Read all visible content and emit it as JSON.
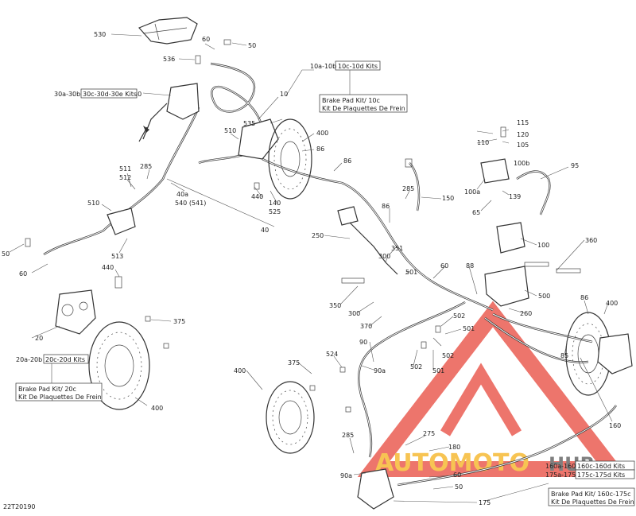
{
  "diagram_code": "22T20190",
  "watermark": {
    "brand": "AUTOMOTO",
    "suffix": "HUB",
    "color_main": "#e8473c",
    "color_accent": "#f5b11a"
  },
  "callouts": {
    "c530": "530",
    "c60a": "60",
    "c50a": "50",
    "c536": "536",
    "c30": "30",
    "c10": "10",
    "c535": "535",
    "c510a": "510",
    "c400a": "400",
    "c86a": "86",
    "c86b": "86",
    "c511": "511",
    "c512": "512",
    "c285a": "285",
    "c40a": "40a",
    "c540": "540 (541)",
    "c440a": "440",
    "c140": "140",
    "c525": "525",
    "c40b": "40",
    "c510b": "510",
    "c513": "513",
    "c50b": "50",
    "c60b": "60",
    "c440b": "440",
    "c20": "20",
    "c375a": "375",
    "c400b": "400",
    "c115": "115",
    "c120": "120",
    "c110": "110",
    "c105": "105",
    "c100b": "100b",
    "c95": "95",
    "c100a": "100a",
    "c139": "139",
    "c65": "65",
    "c100": "100",
    "c285b": "285",
    "c150": "150",
    "c86c": "86",
    "c250": "250",
    "c351": "351",
    "c300a": "300",
    "c501a": "501",
    "c60c": "60",
    "c88": "88",
    "c360": "360",
    "c350": "350",
    "c300b": "300",
    "c370": "370",
    "c500": "500",
    "c86d": "86",
    "c400c": "400",
    "c260": "260",
    "c85": "85",
    "c502a": "502",
    "c501b": "501",
    "c502b": "502",
    "c502c": "502",
    "c501c": "501",
    "c90": "90",
    "c524": "524",
    "c90a": "90a",
    "c375b": "375",
    "c400d": "400",
    "c160": "160",
    "c275": "275",
    "c180": "180",
    "c285c": "285",
    "c90a2": "90a",
    "c50c": "50",
    "c60d": "60",
    "c175": "175"
  },
  "kit_boxes": {
    "k10_codes_a": "10a-10b",
    "k10_codes_b": "10c-10d Kits",
    "k10_title": "Brake Pad Kit/ 10c",
    "k10_sub": "Kit De Plaquettes De Frein",
    "k30_codes_a": "30a-30b",
    "k30_codes_b": "30c-30d-30e Kits",
    "k20_codes_a": "20a-20b",
    "k20_codes_b": "20c-20d Kits",
    "k20_title": "Brake Pad Kit/ 20c",
    "k20_sub": "Kit De Plaquettes De Frein",
    "k160_codes_a1": "160a-160b",
    "k160_codes_b1": "160c-160d Kits",
    "k160_codes_a2": "175a-175b",
    "k160_codes_b2": "175c-175d Kits",
    "k160_title": "Brake Pad Kit/ 160c-175c",
    "k160_sub": "Kit De Plaquettes De Frein"
  }
}
